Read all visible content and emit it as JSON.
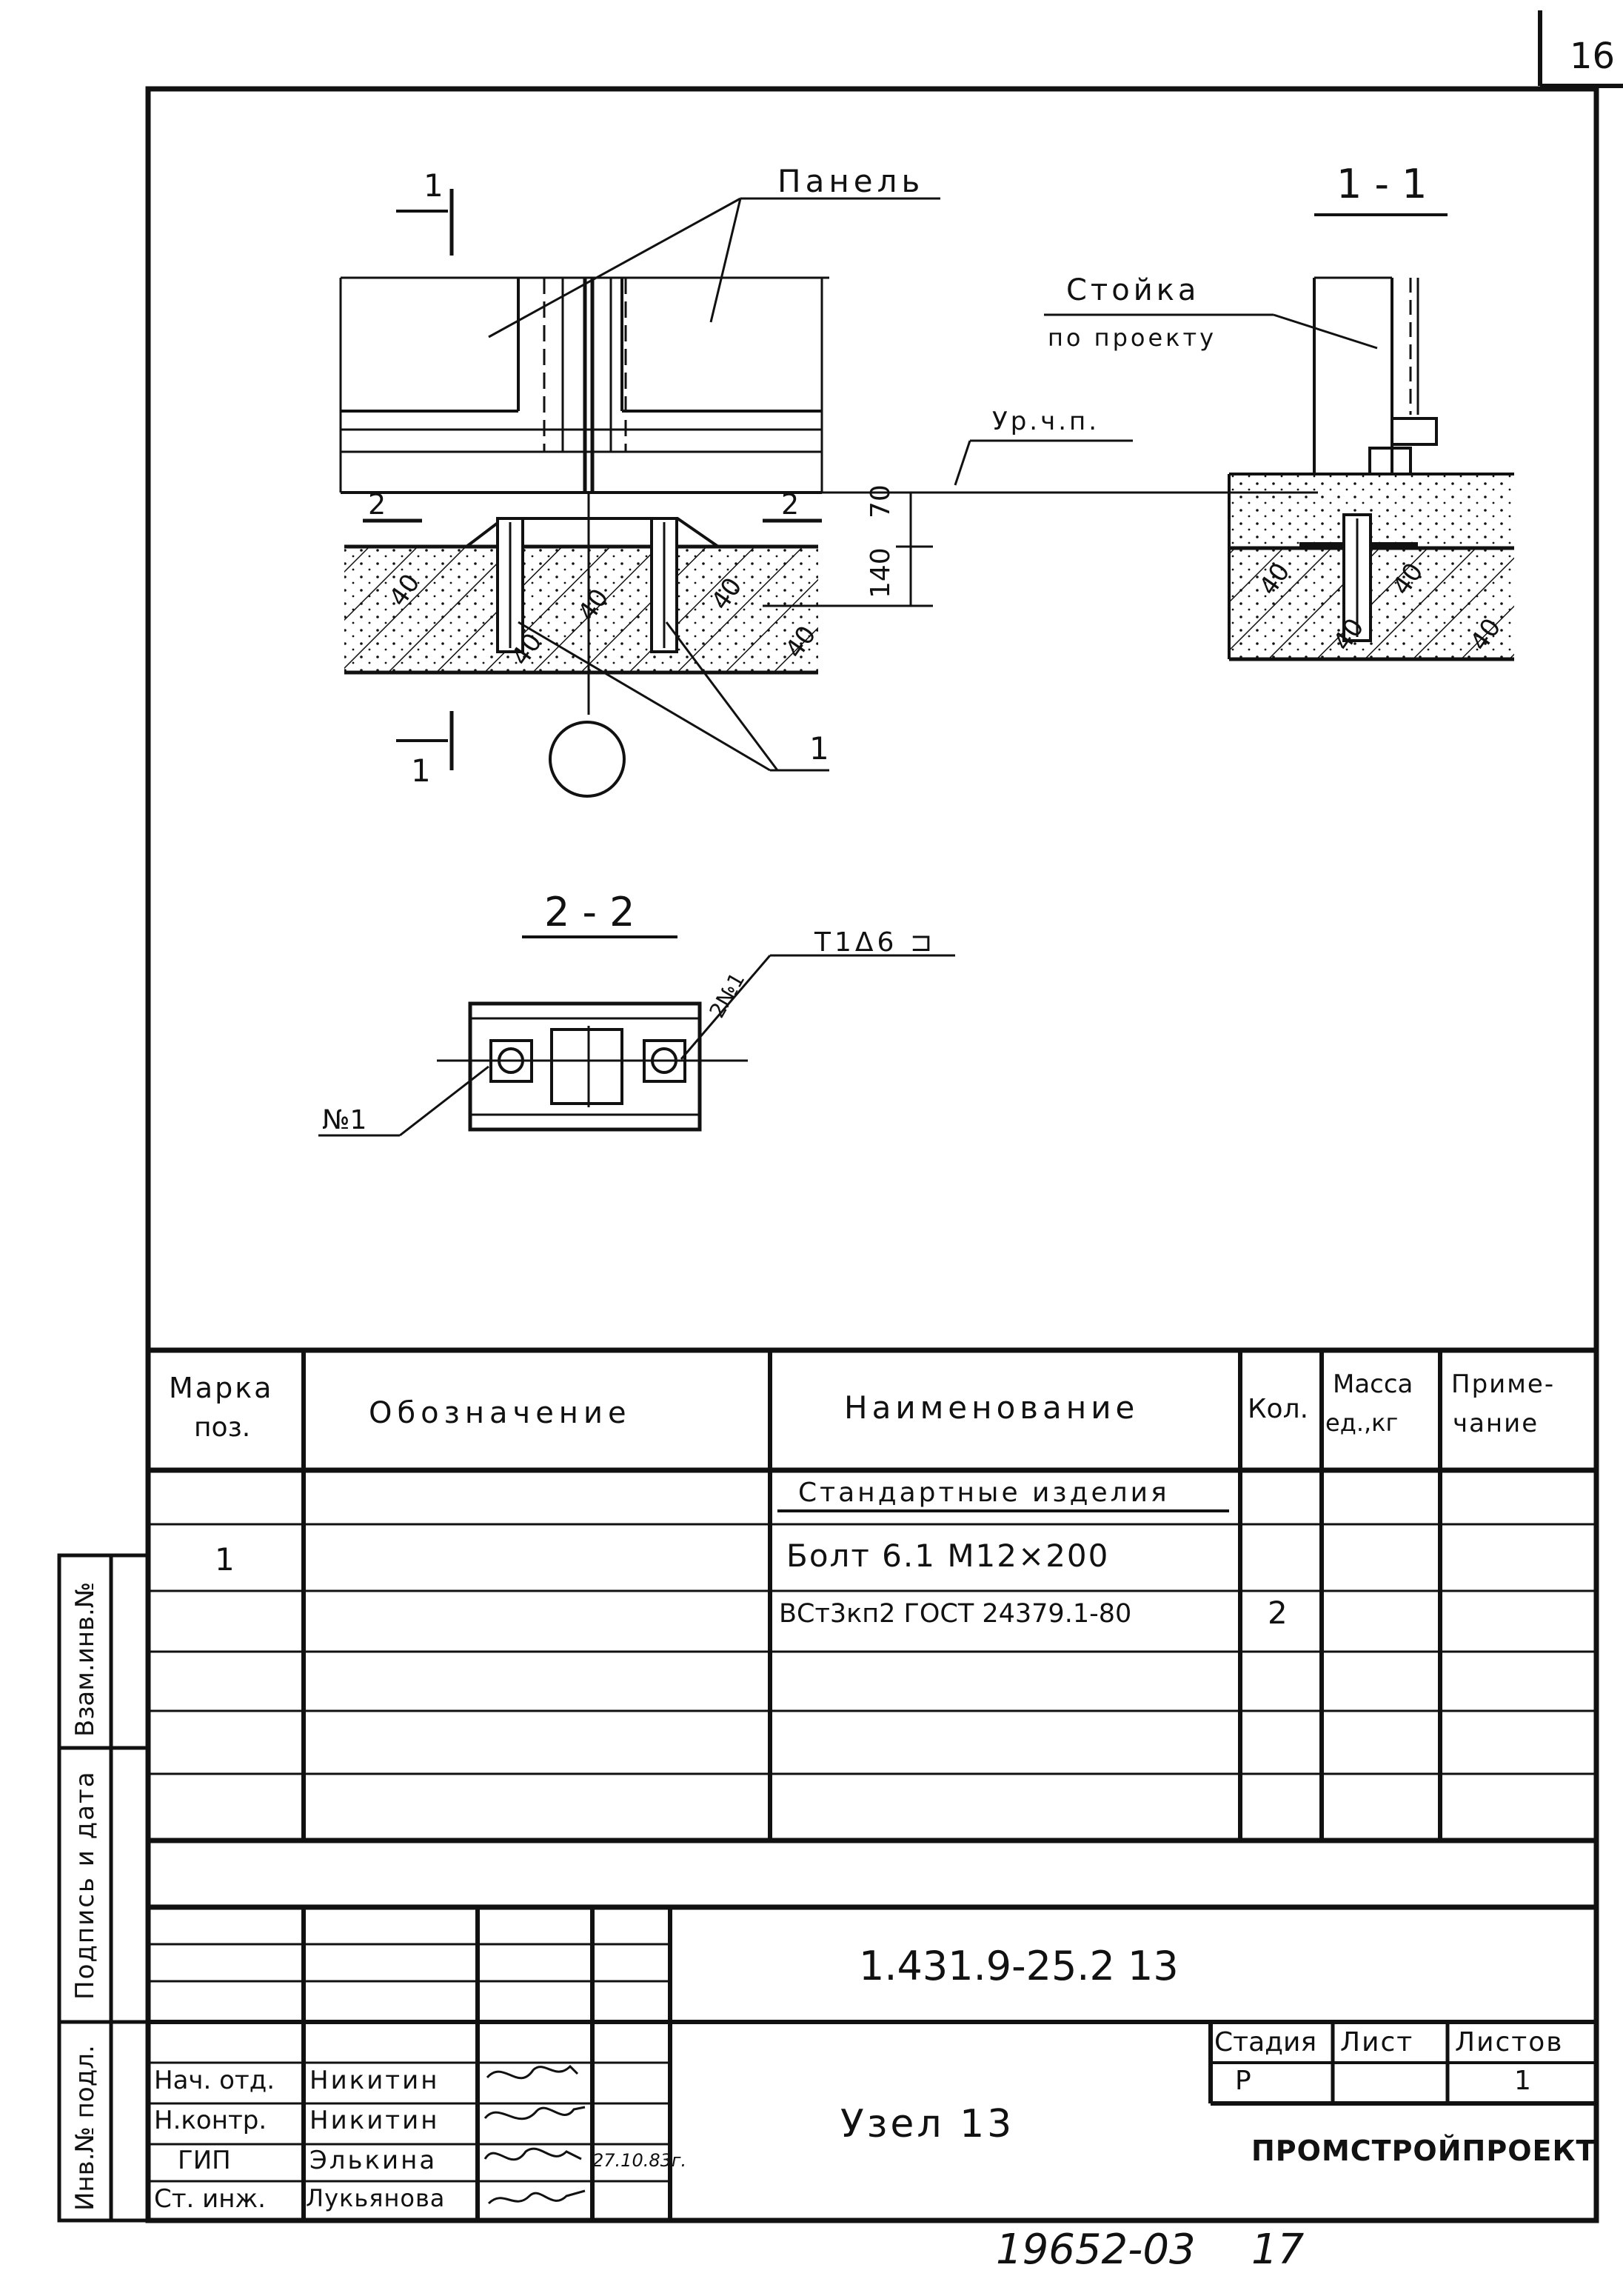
{
  "sheet_number": "16",
  "bottom_code": "19652-03",
  "bottom_page": "17",
  "drawing": {
    "panel_label": "Панель",
    "section_1_1_title": "1 - 1",
    "section_2_2_title": "2 - 2",
    "post_label_line1": "Стойка",
    "post_label_line2": "по проекту",
    "floor_level_label": "Ур.ч.п.",
    "dim_70": "70",
    "dim_140": "140",
    "section_mark_1": "1",
    "section_mark_2": "2",
    "pos_callout": "1",
    "weld_symbol": "Т1Δ6 ⊐",
    "weld_count": "2№1",
    "part_no": "№1",
    "concrete_marks": [
      "40",
      "40",
      "40",
      "40",
      "40",
      "40",
      "40",
      "40",
      "40"
    ]
  },
  "spec_table": {
    "headers": {
      "mark": [
        "Марка",
        "поз."
      ],
      "designation": "Обозначение",
      "name": "Наименование",
      "qty": "Кол.",
      "mass": [
        "Масса",
        "ед.,кг"
      ],
      "note": [
        "Приме-",
        "чание"
      ]
    },
    "rows": [
      {
        "mark": "",
        "designation": "",
        "name": "Стандартные изделия",
        "qty": "",
        "mass": "",
        "note": ""
      },
      {
        "mark": "1",
        "designation": "",
        "name": "Болт  6.1 М12×200",
        "qty": "",
        "mass": "",
        "note": ""
      },
      {
        "mark": "",
        "designation": "",
        "name": "ВСт3кп2  ГОСТ 24379.1-80",
        "qty": "2",
        "mass": "",
        "note": ""
      }
    ]
  },
  "side_stamp": {
    "inv_replace": "Взам.инв.№",
    "sign_date": "Подпись и дата",
    "inv_orig": "Инв.№ подл."
  },
  "title_block": {
    "code": "1.431.9-25.2 13",
    "title": "Узел 13",
    "stage_header": "Стадия",
    "sheet_header": "Лист",
    "sheets_header": "Листов",
    "stage": "Р",
    "sheet": "",
    "sheets": "1",
    "organization": "ПРОМСТРОЙПРОЕКТ",
    "people": [
      {
        "role": "Нач. отд.",
        "name": "Никитин",
        "signature": "Никитин",
        "date": ""
      },
      {
        "role": "Н.контр.",
        "name": "Никитин",
        "signature": "Никитин",
        "date": ""
      },
      {
        "role": "ГИП",
        "name": "Элькина",
        "signature": "Элькина",
        "date": "27.10.83г."
      },
      {
        "role": "Ст. инж.",
        "name": "Лукьянова",
        "signature": "Лук",
        "date": ""
      }
    ]
  }
}
